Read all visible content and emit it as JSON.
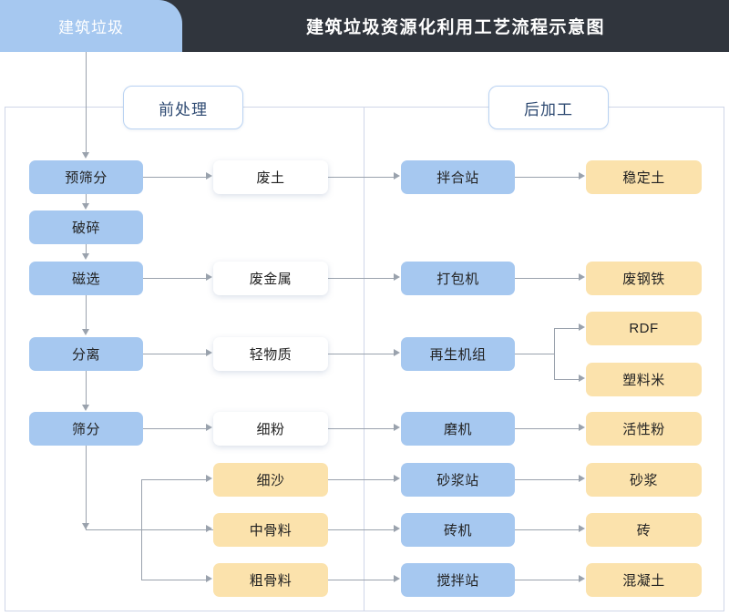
{
  "header": {
    "brand_tab_label": "建筑垃圾",
    "title": "建筑垃圾资源化利用工艺流程示意图",
    "brand_tab_color": "#a6c8f0",
    "titlebar_color": "#30353d"
  },
  "sections": {
    "pre_label": "前处理",
    "post_label": "后加工"
  },
  "palette": {
    "blue_node": "#a6c8f0",
    "white_node": "#ffffff",
    "yellow_node": "#fbe2ac",
    "connector": "#9aa2ad",
    "panel_border": "#cfd6e8",
    "chip_border": "#b9d2f2",
    "chip_text": "#2e4a72"
  },
  "flow": {
    "process_column": [
      {
        "id": "pre-screen",
        "label": "预筛分"
      },
      {
        "id": "crush",
        "label": "破碎"
      },
      {
        "id": "magnetic",
        "label": "磁选"
      },
      {
        "id": "separate",
        "label": "分离"
      },
      {
        "id": "screen",
        "label": "筛分"
      }
    ],
    "material_column": [
      {
        "id": "waste-soil",
        "label": "废土",
        "style": "white"
      },
      {
        "id": "scrap-metal",
        "label": "废金属",
        "style": "white"
      },
      {
        "id": "light-matter",
        "label": "轻物质",
        "style": "white"
      },
      {
        "id": "fine-powder",
        "label": "细粉",
        "style": "white"
      },
      {
        "id": "fine-sand",
        "label": "细沙",
        "style": "yellow"
      },
      {
        "id": "mid-aggregate",
        "label": "中骨料",
        "style": "yellow"
      },
      {
        "id": "coarse-aggregate",
        "label": "粗骨料",
        "style": "yellow"
      }
    ],
    "equipment_column": [
      {
        "id": "mixing-station",
        "label": "拌合站"
      },
      {
        "id": "baler",
        "label": "打包机"
      },
      {
        "id": "regen-unit",
        "label": "再生机组"
      },
      {
        "id": "mill",
        "label": "磨机"
      },
      {
        "id": "mortar-station",
        "label": "砂浆站"
      },
      {
        "id": "brick-machine",
        "label": "砖机"
      },
      {
        "id": "concrete-station",
        "label": "搅拌站"
      }
    ],
    "product_column": [
      {
        "id": "stabilized-soil",
        "label": "稳定土"
      },
      {
        "id": "scrap-steel",
        "label": "废钢铁"
      },
      {
        "id": "rdf",
        "label": "RDF"
      },
      {
        "id": "plastic-pellet",
        "label": "塑料米"
      },
      {
        "id": "active-powder",
        "label": "活性粉"
      },
      {
        "id": "mortar",
        "label": "砂浆"
      },
      {
        "id": "brick",
        "label": "砖"
      },
      {
        "id": "concrete",
        "label": "混凝土"
      }
    ]
  }
}
